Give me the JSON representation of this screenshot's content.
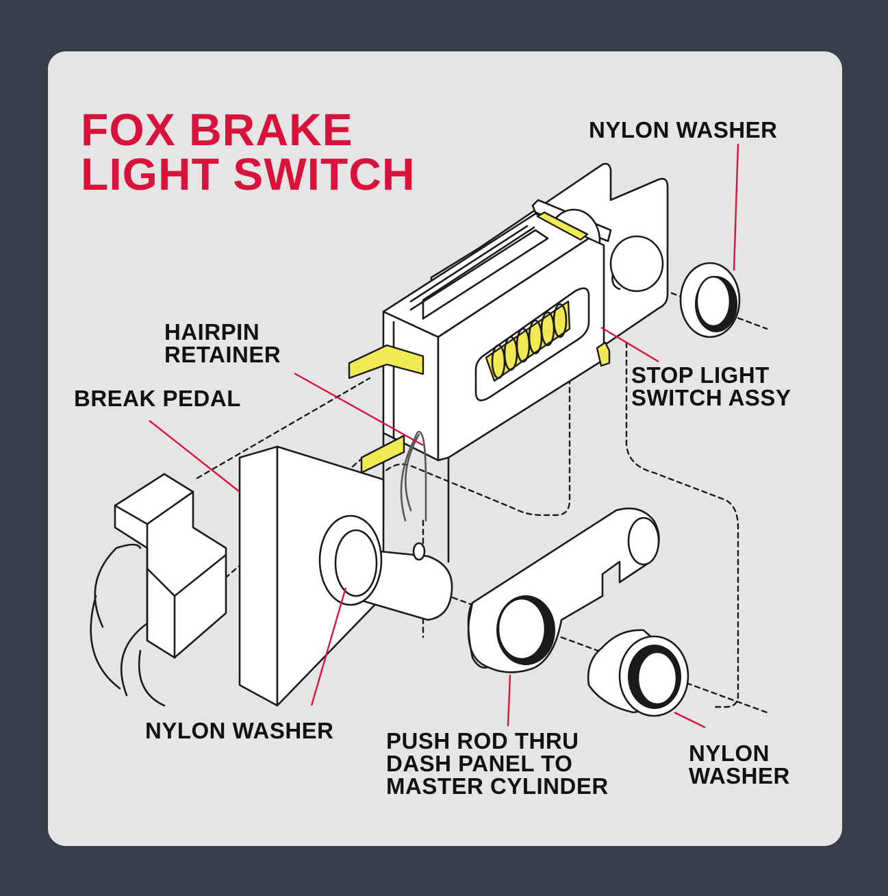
{
  "title": {
    "line1": "FOX BRAKE",
    "line2": "LIGHT SWITCH"
  },
  "labels": {
    "nylon_washer_top": "NYLON WASHER",
    "hairpin_retainer": [
      "HAIRPIN",
      "RETAINER"
    ],
    "break_pedal": "BREAK PEDAL",
    "stop_light_switch": [
      "STOP LIGHT",
      "SWITCH ASSY"
    ],
    "nylon_washer_left": "NYLON WASHER",
    "push_rod": [
      "PUSH ROD THRU",
      "DASH PANEL TO",
      "MASTER CYLINDER"
    ],
    "nylon_washer_right": [
      "NYLON",
      "WASHER"
    ]
  },
  "colors": {
    "background": "#373e4a",
    "card": "#e5e5e6",
    "title": "#d9123b",
    "label_text": "#111111",
    "leader_line": "#d9123b",
    "highlight": "#f2ea55",
    "outline": "#1a1a1a"
  }
}
